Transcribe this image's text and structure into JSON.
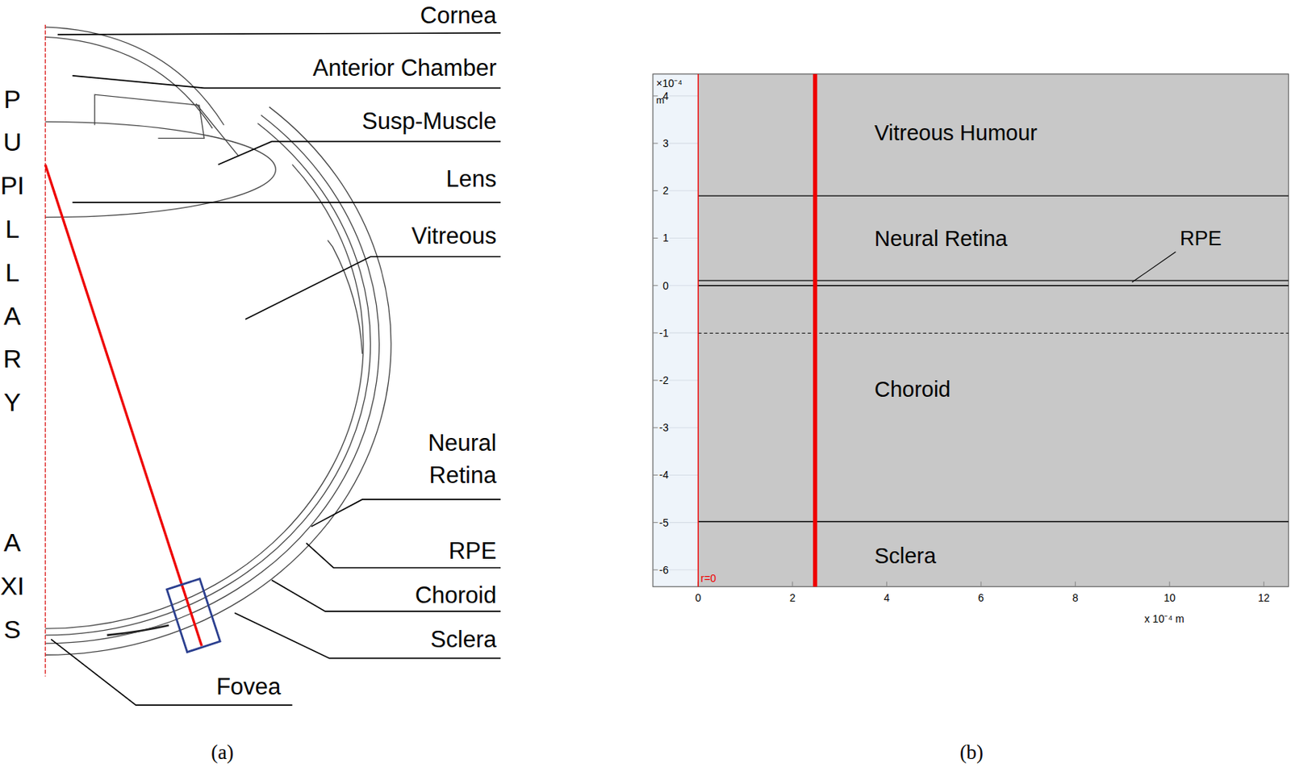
{
  "diagram": {
    "nodes": [
      {
        "text": [
          "Vitreous Humour"
        ]
      },
      {
        "text": [
          "Neural Retina"
        ]
      },
      {
        "text": [
          "Choroid"
        ]
      },
      {
        "text": [
          "Sclera"
        ]
      }
    ],
    "labels": [
      "Cornea",
      "Anterior Chamber",
      "Susp-Muscle",
      "Lens",
      "Vitreous",
      "Neural Retina",
      "RPE",
      "Choroid",
      "Sclera",
      "Fovea",
      "PUPILLARY",
      "AXIS",
      "(a)",
      "(b)",
      "×10⁻⁴",
      "m",
      "4",
      "3",
      "2",
      "1",
      "0",
      "-1",
      "-2",
      "-3",
      "-4",
      "-5",
      "-6",
      "0",
      "2",
      "4",
      "6",
      "8",
      "10",
      "12",
      "x 10⁻⁴ m",
      "r=0",
      "RPE"
    ]
  }
}
